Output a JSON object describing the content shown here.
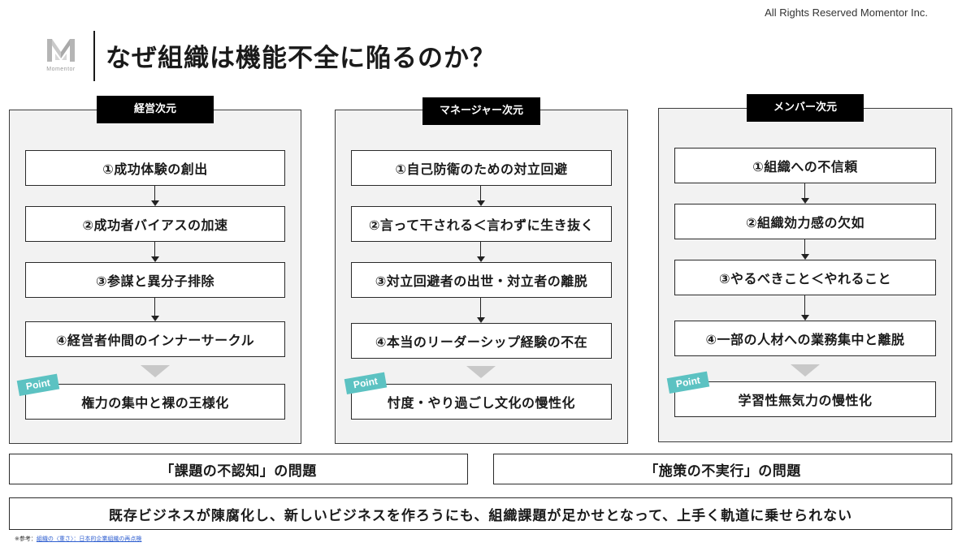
{
  "copyright": "All Rights Reserved Momentor Inc.",
  "logo": {
    "text": "Momentor"
  },
  "title": "なぜ組織は機能不全に陥るのか？",
  "columns": [
    {
      "header": "経営次元",
      "steps": [
        "①成功体験の創出",
        "②成功者バイアスの加速",
        "③参謀と異分子排除",
        "④経営者仲間のインナーサークル"
      ],
      "point_label": "Point",
      "point_text": "権力の集中と裸の王様化"
    },
    {
      "header": "マネージャー次元",
      "steps": [
        "①自己防衛のための対立回避",
        "②言って干される＜言わずに生き抜く",
        "③対立回避者の出世・対立者の離脱",
        "④本当のリーダーシップ経験の不在"
      ],
      "point_label": "Point",
      "point_text": "忖度・やり過ごし文化の慢性化"
    },
    {
      "header": "メンバー次元",
      "steps": [
        "①組織への不信頼",
        "②組織効力感の欠如",
        "③やるべきこと＜やれること",
        "④一部の人材への業務集中と離脱"
      ],
      "point_label": "Point",
      "point_text": "学習性無気力の慢性化"
    }
  ],
  "problems": [
    "「課題の不認知」の問題",
    "「施策の不実行」の問題"
  ],
  "conclusion": "既存ビジネスが陳腐化し、新しいビジネスを作ろうにも、組織課題が足かせとなって、上手く軌道に乗せられない",
  "footnote": {
    "prefix": "※参考：",
    "link": "組織の〈重さ〉：日本的企業組織の再点検"
  },
  "colors": {
    "accent": "#5cc2c2",
    "panel_bg": "#f2f2f2",
    "header_bg": "#000000"
  }
}
